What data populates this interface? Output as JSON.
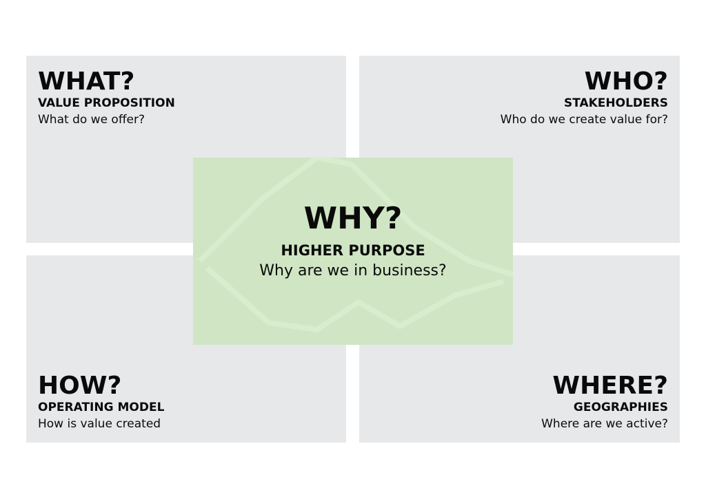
{
  "quadrants": {
    "what": {
      "title": "WHAT?",
      "subtitle": "VALUE PROPOSITION",
      "question": "What do we offer?"
    },
    "who": {
      "title": "WHO?",
      "subtitle": "STAKEHOLDERS",
      "question": "Who do we create value for?"
    },
    "how": {
      "title": "HOW?",
      "subtitle": "OPERATING MODEL",
      "question": "How is value created"
    },
    "where": {
      "title": "WHERE?",
      "subtitle": "GEOGRAPHIES",
      "question": "Where are we active?"
    }
  },
  "center": {
    "title": "WHY?",
    "subtitle": "HIGHER PURPOSE",
    "question": "Why are we in business?"
  },
  "colors": {
    "quadrant_bg": "#e7e8ea",
    "center_bg": "#cfe5c4"
  }
}
